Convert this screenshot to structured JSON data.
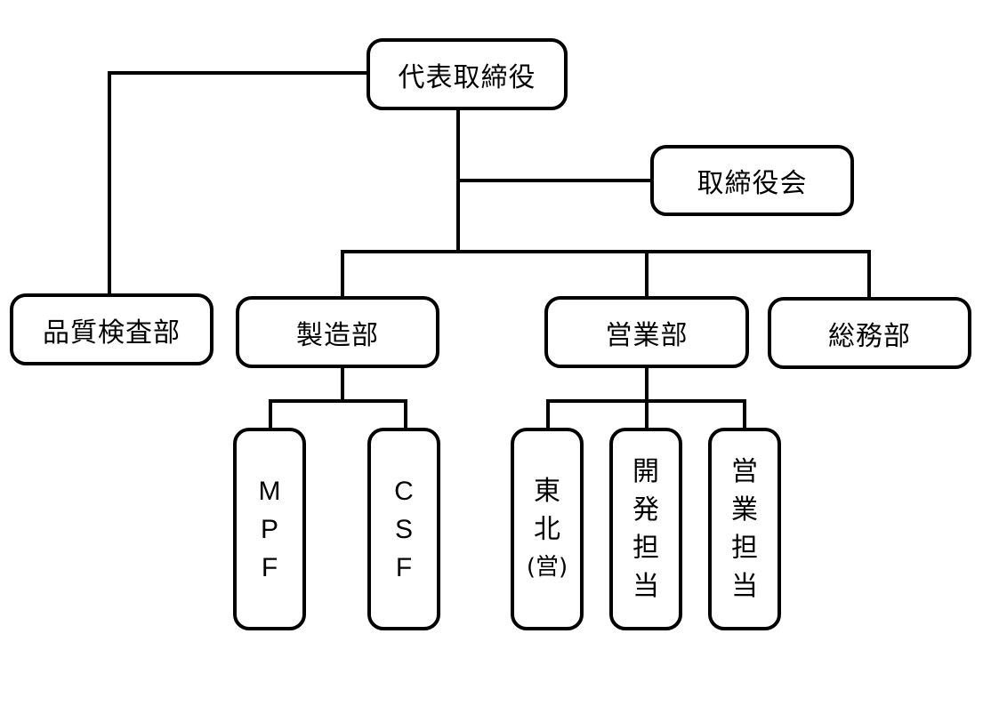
{
  "nodes": {
    "ceo": "代表取締役",
    "board": "取締役会",
    "quality": "品質検査部",
    "manufacturing": "製造部",
    "sales": "営業部",
    "general_affairs": "総務部",
    "mpf": [
      "M",
      "P",
      "F"
    ],
    "csf": [
      "C",
      "S",
      "F"
    ],
    "tohoku": [
      "東",
      "北",
      "(営)"
    ],
    "development": [
      "開",
      "発",
      "担",
      "当"
    ],
    "sales_rep": [
      "営",
      "業",
      "担",
      "当"
    ]
  },
  "colors": {
    "line": "#000000",
    "box_border": "#000000",
    "background": "#ffffff"
  }
}
